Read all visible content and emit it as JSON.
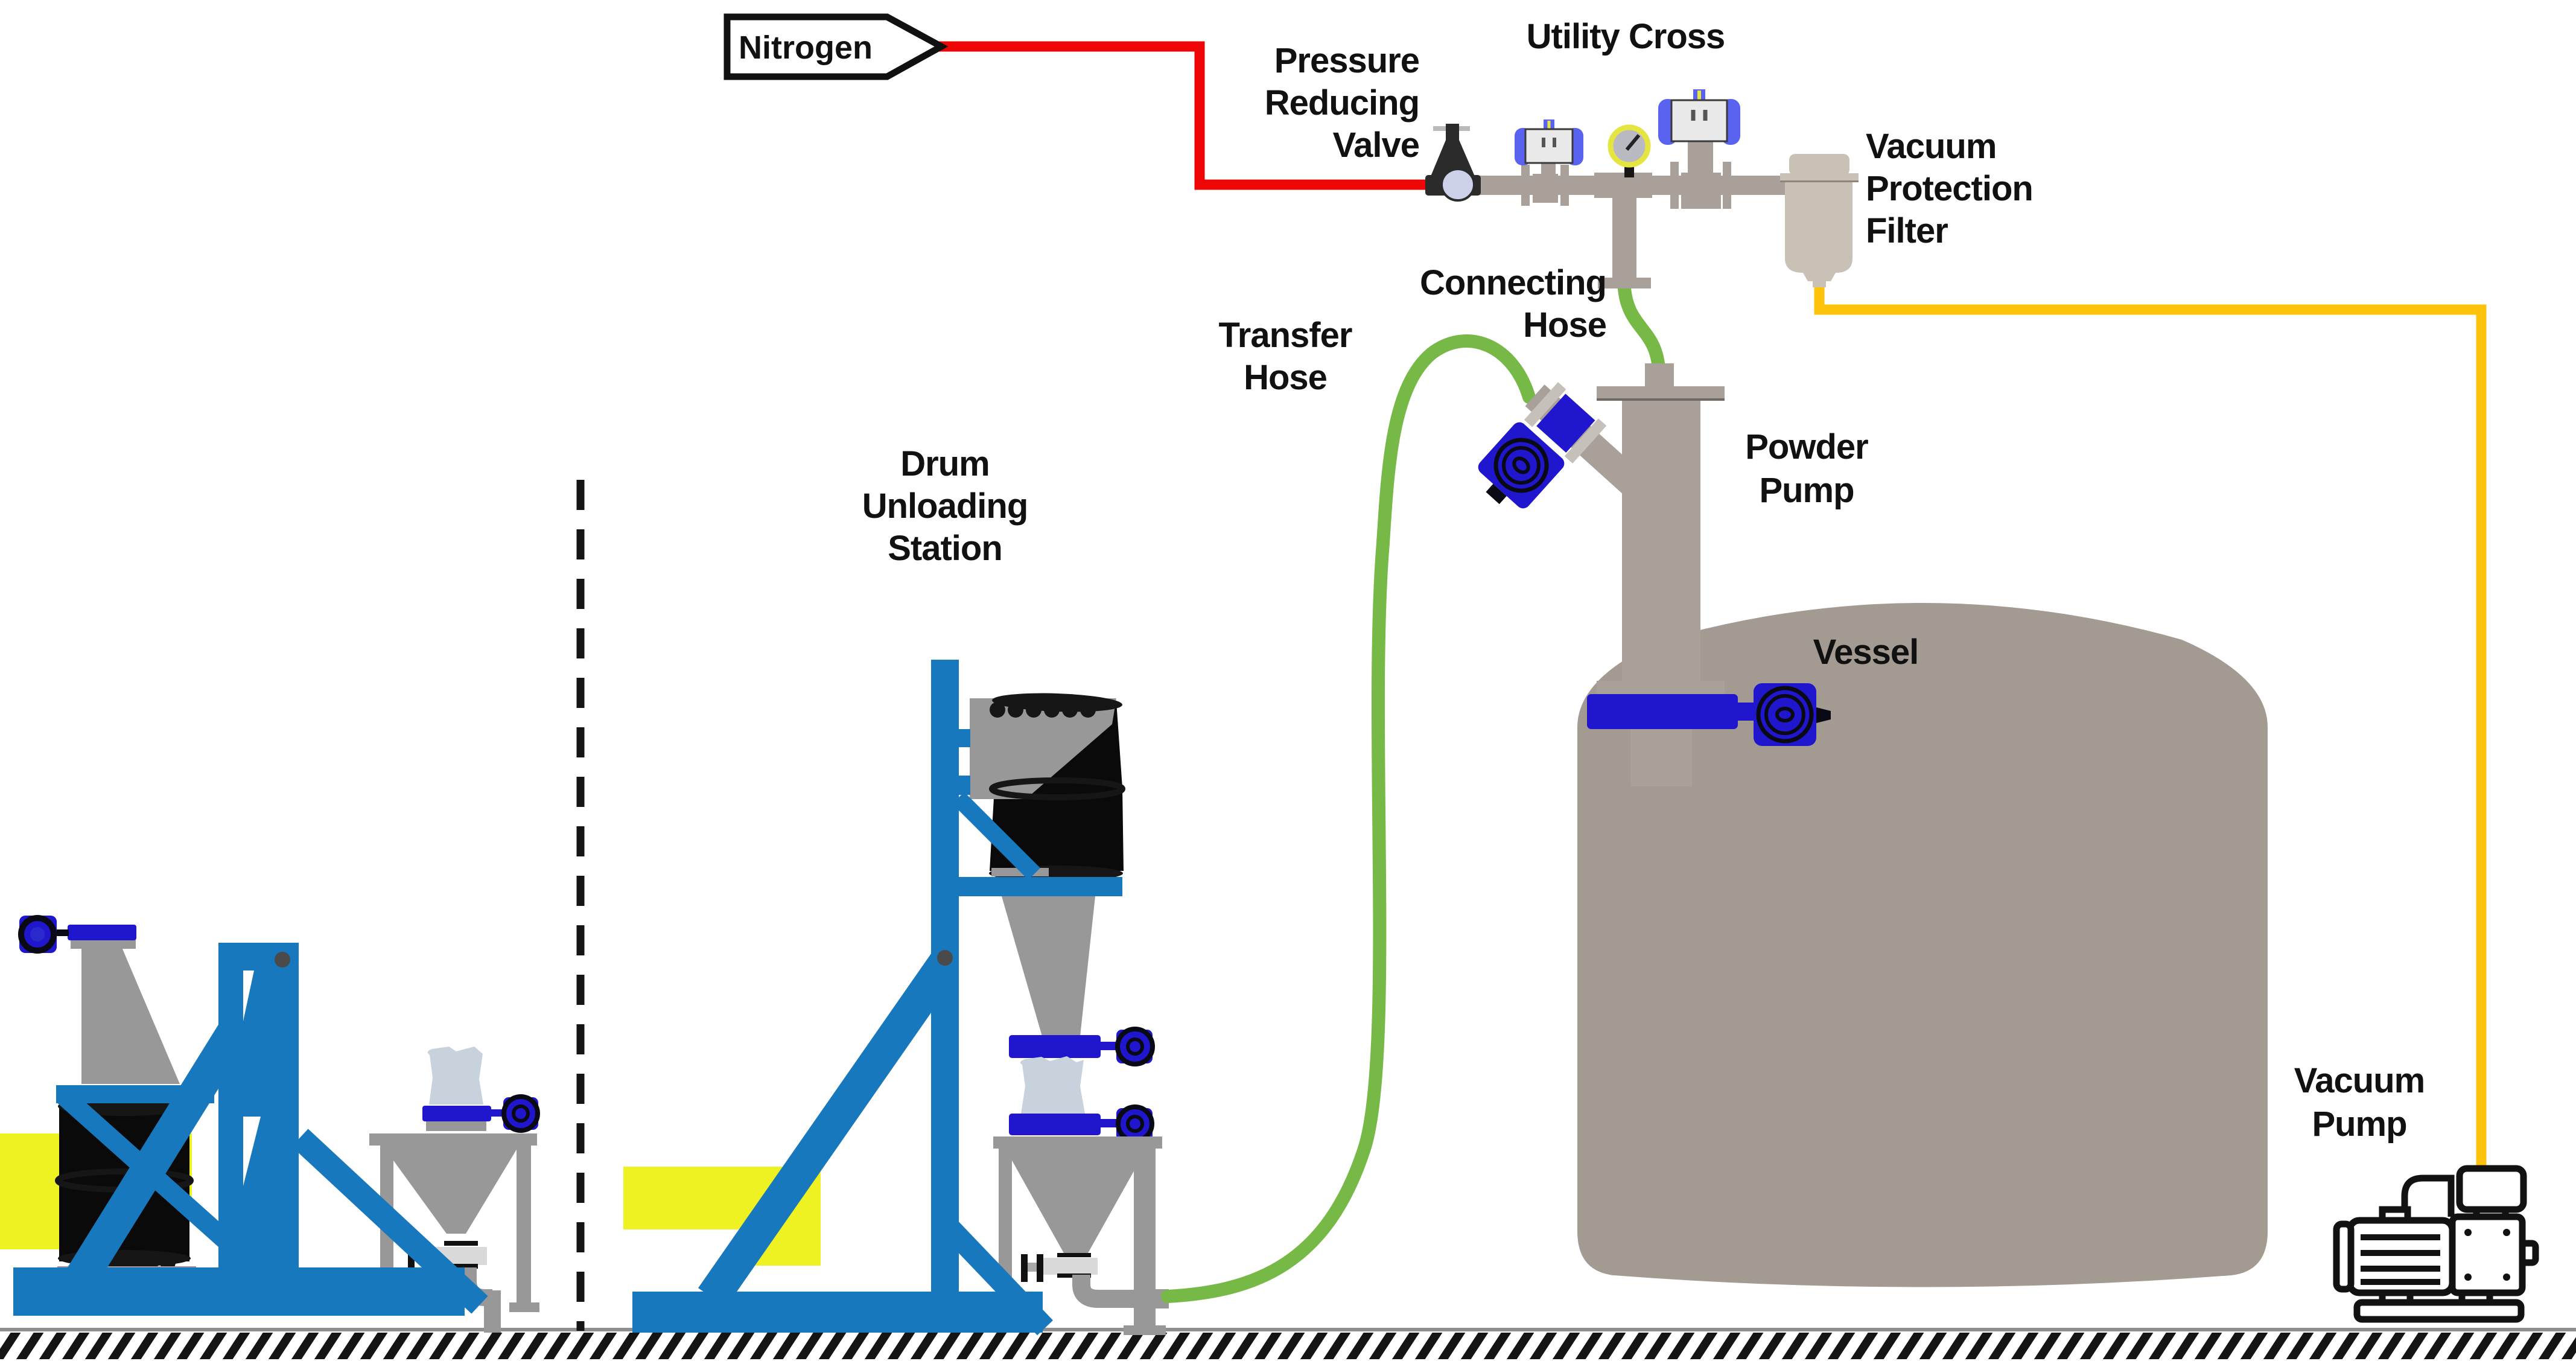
{
  "labels": {
    "nitrogen": "Nitrogen",
    "pressure_reducing_valve": [
      "Pressure",
      "Reducing",
      "Valve"
    ],
    "utility_cross": "Utility Cross",
    "vacuum_protection_filter": [
      "Vacuum",
      "Protection",
      "Filter"
    ],
    "connecting_hose": [
      "Connecting",
      "Hose"
    ],
    "transfer_hose": [
      "Transfer",
      "Hose"
    ],
    "drum_unloading_station": [
      "Drum",
      "Unloading",
      "Station"
    ],
    "powder_pump": [
      "Powder",
      "Pump"
    ],
    "vessel": "Vessel",
    "vacuum_pump": [
      "Vacuum",
      "Pump"
    ]
  },
  "colors": {
    "ink": "#111111",
    "frame-blue": "#1878be",
    "valve-navy": "#2016cd",
    "actuator-blue": "#5a62f0",
    "disc-dark": "#0a0a14",
    "pipe-gray": "#a9a199",
    "vessel-gray": "#a39a91",
    "station-gray": "#989898",
    "filter-tan": "#c9c1b5",
    "light-flange": "#c6c0ba",
    "bellows-gray": "#c7d2dc",
    "hose-green": "#76b947",
    "nitrogen-red": "#ee0505",
    "vacuum-yellow": "#ffc20a",
    "pallet-yellow": "#eef222",
    "gauge-yellow": "#e5e542",
    "drum-black": "#0a0a0a",
    "pivot-gray": "#4a4a4a"
  }
}
